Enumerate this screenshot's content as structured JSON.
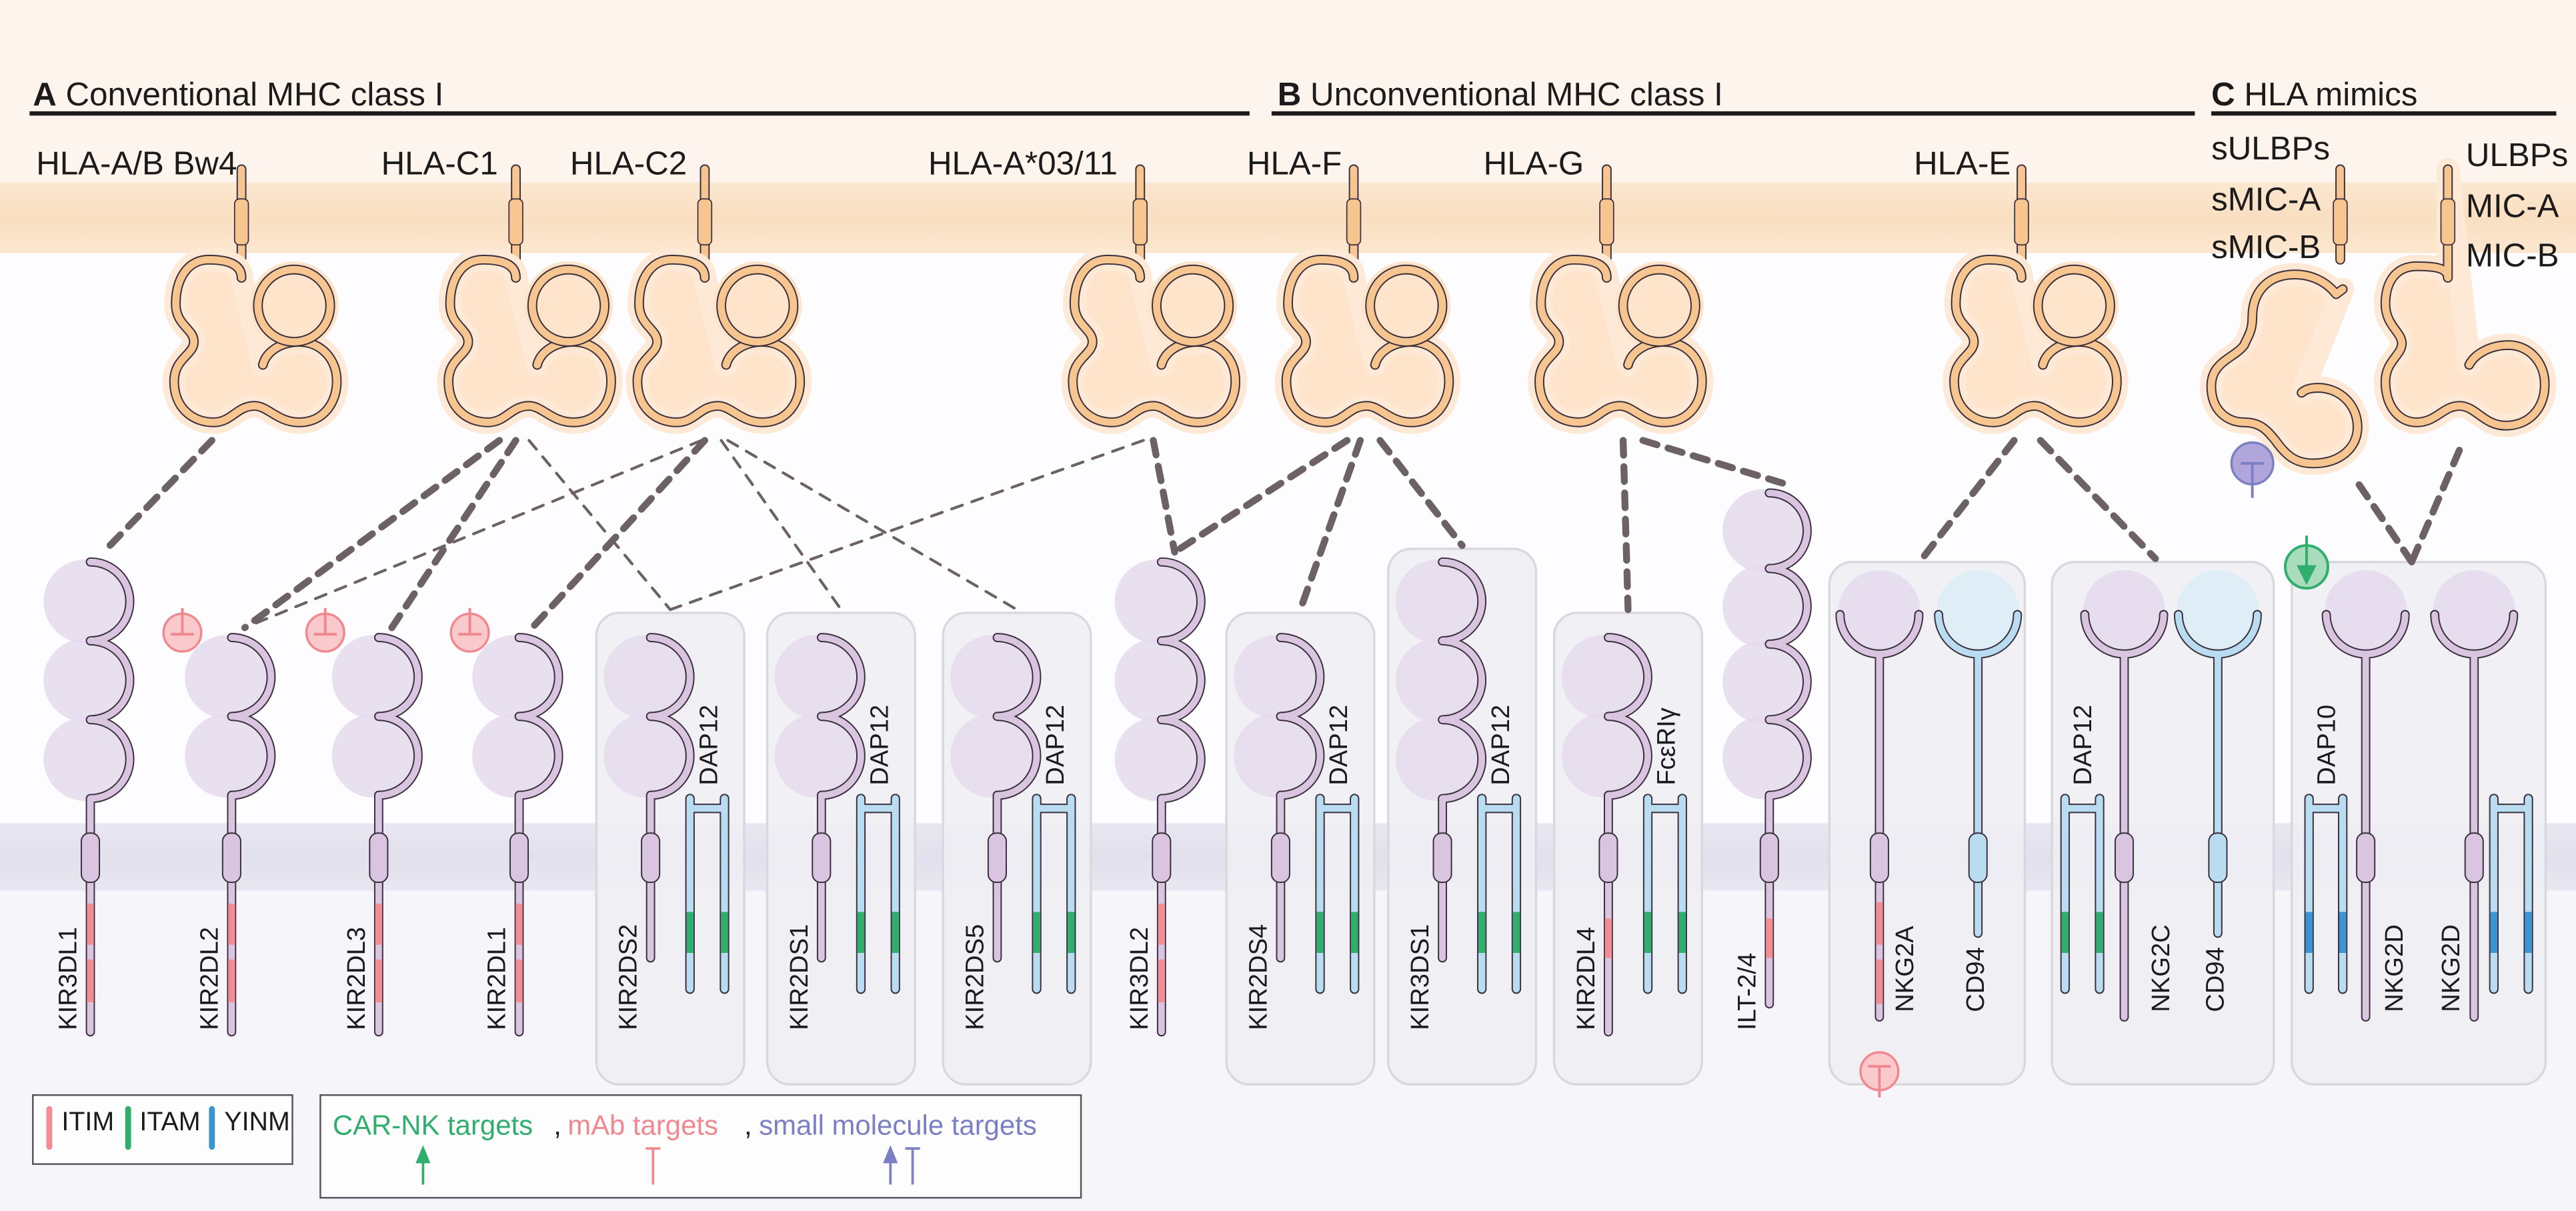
{
  "sections": [
    {
      "letter": "A",
      "title": "Conventional MHC class I"
    },
    {
      "letter": "B",
      "title": "Unconventional MHC class I"
    },
    {
      "letter": "C",
      "title": "HLA mimics"
    }
  ],
  "ligands": [
    "HLA-A/B Bw4",
    "HLA-C1",
    "HLA-C2",
    "HLA-A*03/11",
    "HLA-F",
    "HLA-G",
    "HLA-E"
  ],
  "mimics": {
    "soluble": [
      "sULBPs",
      "sMIC-A",
      "sMIC-B"
    ],
    "membrane": [
      "ULBPs",
      "MIC-A",
      "MIC-B"
    ]
  },
  "receptors": [
    {
      "name": "KIR3DL1",
      "domains": 3,
      "itim": 2
    },
    {
      "name": "KIR2DL2",
      "domains": 2,
      "itim": 2,
      "mab": true
    },
    {
      "name": "KIR2DL3",
      "domains": 2,
      "itim": 2,
      "mab": true
    },
    {
      "name": "KIR2DL1",
      "domains": 2,
      "itim": 2,
      "mab": true
    },
    {
      "name": "KIR2DS2",
      "domains": 2,
      "itim": 0,
      "adaptor": "DAP12"
    },
    {
      "name": "KIR2DS1",
      "domains": 2,
      "itim": 0,
      "adaptor": "DAP12"
    },
    {
      "name": "KIR2DS5",
      "domains": 2,
      "itim": 0,
      "adaptor": "DAP12"
    },
    {
      "name": "KIR3DL2",
      "domains": 3,
      "itim": 2
    },
    {
      "name": "KIR2DS4",
      "domains": 2,
      "itim": 0,
      "adaptor": "DAP12"
    },
    {
      "name": "KIR3DS1",
      "domains": 3,
      "itim": 0,
      "adaptor": "DAP12"
    },
    {
      "name": "KIR2DL4",
      "domains": 2,
      "itim": 1,
      "adaptor": "FcεRIγ"
    },
    {
      "name": "ILT-2/4",
      "domains": 4,
      "itim": 1
    }
  ],
  "complexes": [
    {
      "chains": [
        {
          "name": "NKG2A",
          "itim": 2,
          "type": "NKG2"
        },
        {
          "name": "CD94",
          "type": "CD94"
        }
      ],
      "mab": true
    },
    {
      "adaptor": "DAP12",
      "adaptor_motif": "ITAM",
      "chains": [
        {
          "name": "NKG2C",
          "type": "NKG2"
        },
        {
          "name": "CD94",
          "type": "CD94"
        }
      ]
    },
    {
      "adaptor": "DAP10",
      "adaptor_motif": "YINM",
      "chains": [
        {
          "name": "NKG2D",
          "type": "NKG2"
        },
        {
          "name": "NKG2D",
          "type": "NKG2"
        }
      ],
      "car_nk": true
    }
  ],
  "legend": {
    "motifs": [
      {
        "label": "ITIM",
        "color": "#f28d96"
      },
      {
        "label": "ITAM",
        "color": "#2fae6e"
      },
      {
        "label": "YINM",
        "color": "#3b95d3"
      }
    ],
    "targets": [
      {
        "label": "CAR-NK targets",
        "color": "#2fae6e"
      },
      {
        "label": "mAb targets",
        "color": "#f2888f"
      },
      {
        "label": "small molecule targets",
        "color": "#7b7fc4"
      }
    ],
    "separator": ","
  },
  "colors": {
    "mhc": "#f7c58f",
    "receptor": "#d9c5e0",
    "adaptor": "#b9dcf0",
    "small_molecule_fill": "#b0a6dc",
    "mab_fill": "#f9c9cb",
    "car_fill": "#a9dcbd",
    "connector": "#6b6166"
  }
}
